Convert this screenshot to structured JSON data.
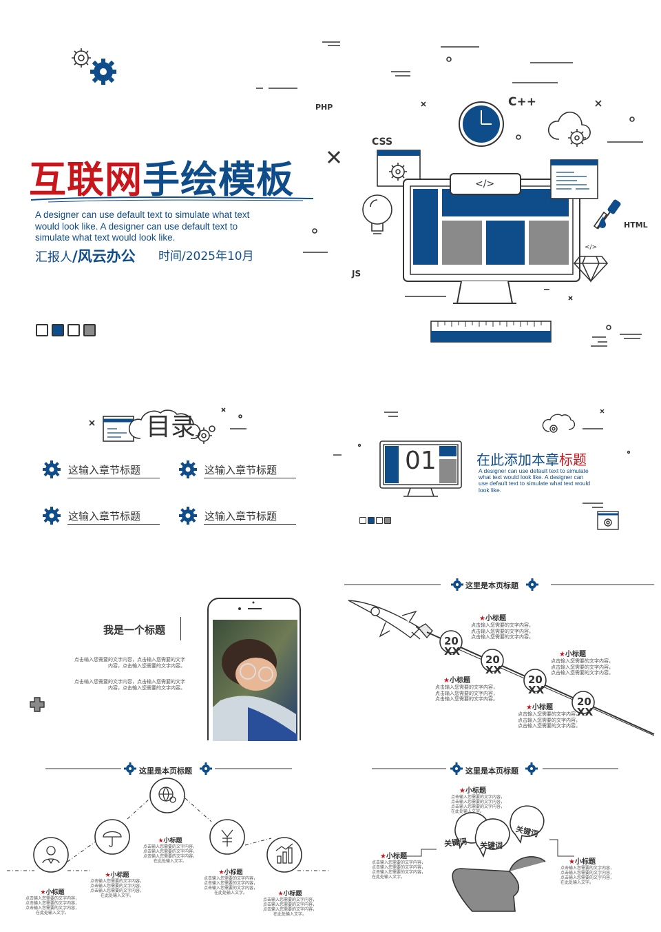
{
  "colors": {
    "blue": "#0f4c8a",
    "red": "#c8161d",
    "gray": "#8a8a8a",
    "line": "#333333"
  },
  "slide1": {
    "title_red": "互联网",
    "title_blue": "手绘模板",
    "subtitle_lines": [
      "A designer can use default text to simulate what text",
      "would look like. A designer can use default text to",
      "simulate what text would look like."
    ],
    "reporter_prefix": "汇报人",
    "reporter_name": "/风云办公",
    "time": "时间/2025年10月",
    "tech_labels": {
      "php": "PHP",
      "css": "CSS",
      "cpp": "C++",
      "html": "HTML",
      "js": "JS",
      "code": "</>",
      "code_small": "</>"
    }
  },
  "slide2": {
    "title": "目录",
    "items": [
      "这输入章节标题",
      "这输入章节标题",
      "这输入章节标题",
      "这输入章节标题"
    ]
  },
  "slide3": {
    "number": "01",
    "title_blue": "在此添加本章",
    "title_red": "标题",
    "desc_lines": [
      "A designer can use default text to simulate",
      "what text would look like. A designer can",
      "use default text to simulate what text would",
      "look like."
    ]
  },
  "slide4": {
    "title": "我是一个标题",
    "para1_lines": [
      "点击输入您需要的文字内容，点击输入您需要的文字",
      "内容，点击输入您需要的文字内容。"
    ],
    "para2_lines": [
      "点击输入您需要的文字内容，点击输入您需要的文字",
      "内容，点击输入您需要的文字内容。"
    ]
  },
  "slide5": {
    "page_title": "这里是本页标题",
    "year_top": "20",
    "year_bottom": "XX",
    "item_title": "小标题",
    "body_lines": [
      "点击输入您需要的文字内容，",
      "点击输入您需要的文字内容，",
      "点击输入您需要的文字内容。"
    ]
  },
  "slide6": {
    "page_title": "这里是本页标题",
    "item_title": "小标题",
    "body_lines": [
      "点击输入您需要的文字内容，",
      "点击输入您需要的文字内容，",
      "点击输入您需要的文字内容，",
      "在此处输入文字。"
    ]
  },
  "slide7": {
    "page_title": "这里是本页标题",
    "item_title": "小标题",
    "keyword": "关键词",
    "body_lines": [
      "点击输入您需要的文字内容，",
      "点击输入您需要的文字内容，",
      "点击输入您需要的文字内容，",
      "在此处输入文字。"
    ]
  }
}
